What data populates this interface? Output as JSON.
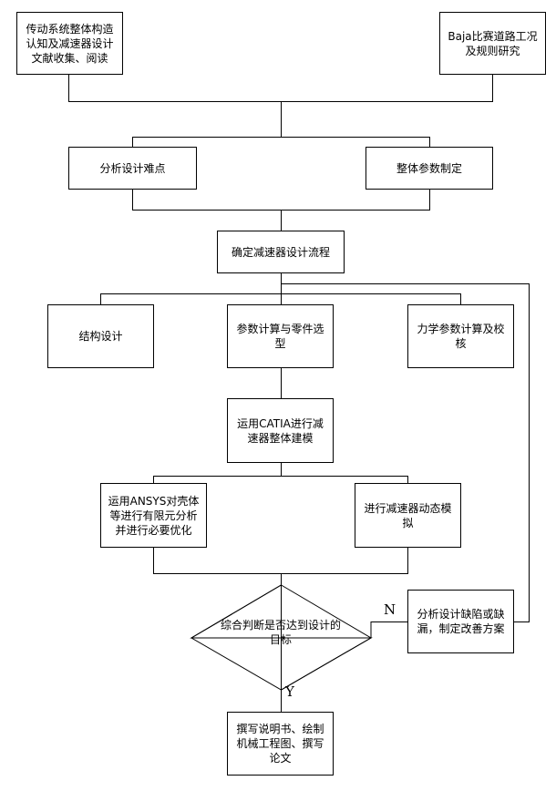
{
  "nodes": {
    "lit_review": "传动系统整体构造\n认知及减速器设计\n文献收集、阅读",
    "baja_research": "Baja比赛道路工况\n及规则研究",
    "analyze_difficulties": "分析设计难点",
    "overall_params": "整体参数制定",
    "design_flow": "确定减速器设计流程",
    "structure_design": "结构设计",
    "param_calc": "参数计算与零件选\n型",
    "mechanics_calc": "力学参数计算及校\n核",
    "catia_model": "运用CATIA进行减\n速器整体建模",
    "ansys_fea": "运用ANSYS对壳体\n等进行有限元分析\n并进行必要优化",
    "dynamic_sim": "进行减速器动态模\n拟",
    "decision": "综合判断是否达到设计的\n目标",
    "improve_plan": "分析设计缺陷或缺\n漏，制定改善方案",
    "final_docs": "撰写说明书、绘制\n机械工程图、撰写\n论文"
  },
  "labels": {
    "no": "N",
    "yes": "Y"
  }
}
